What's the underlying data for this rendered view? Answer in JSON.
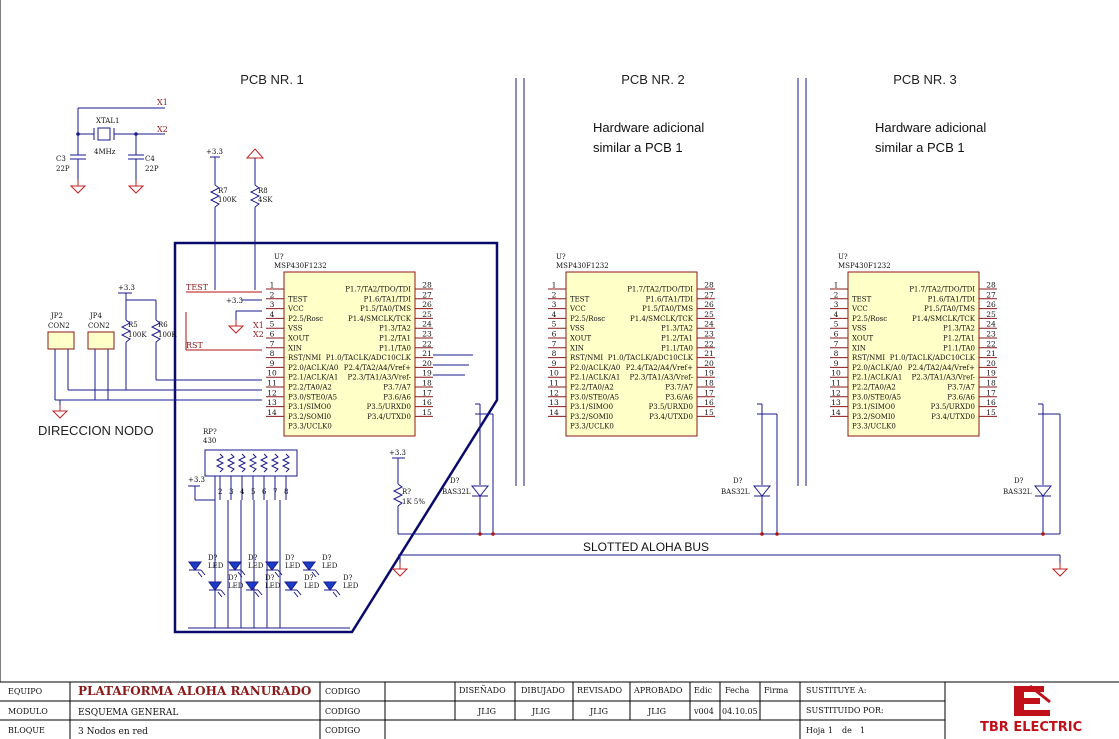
{
  "pcbs": [
    {
      "title": "PCB NR. 1"
    },
    {
      "title": "PCB NR. 2",
      "note_line1": "Hardware adicional",
      "note_line2": "similar a PCB 1"
    },
    {
      "title": "PCB NR. 3",
      "note_line1": "Hardware adicional",
      "note_line2": "similar a PCB 1"
    }
  ],
  "chip": {
    "ref": "U?",
    "part": "MSP430F1232",
    "left_pins": [
      {
        "num": "1",
        "name": ""
      },
      {
        "num": "2",
        "name": "TEST"
      },
      {
        "num": "3",
        "name": "VCC"
      },
      {
        "num": "4",
        "name": "P2.5/Rosc"
      },
      {
        "num": "5",
        "name": "VSS"
      },
      {
        "num": "6",
        "name": "XOUT"
      },
      {
        "num": "7",
        "name": "XIN"
      },
      {
        "num": "8",
        "name": "RST/NMI"
      },
      {
        "num": "9",
        "name": "P2.0/ACLK/A0"
      },
      {
        "num": "10",
        "name": "P2.1/ACLK/A1"
      },
      {
        "num": "11",
        "name": "P2.2/TA0/A2"
      },
      {
        "num": "12",
        "name": "P3.0/STE0/A5"
      },
      {
        "num": "13",
        "name": "P3.1/SIMO0"
      },
      {
        "num": "14",
        "name": "P3.2/SOMI0"
      }
    ],
    "right_pins": [
      {
        "num": "28",
        "name": "P1.7/TA2/TDO/TDI"
      },
      {
        "num": "27",
        "name": "P1.6/TA1/TDI"
      },
      {
        "num": "26",
        "name": "P1.5/TA0/TMS"
      },
      {
        "num": "25",
        "name": "P1.4/SMCLK/TCK"
      },
      {
        "num": "24",
        "name": "P1.3/TA2"
      },
      {
        "num": "23",
        "name": "P1.2/TA1"
      },
      {
        "num": "22",
        "name": "P1.1/TA0"
      },
      {
        "num": "21",
        "name": "P1.0/TACLK/ADC10CLK"
      },
      {
        "num": "20",
        "name": "P2.4/TA2/A4/Vref+"
      },
      {
        "num": "19",
        "name": "P2.3/TA1/A3/Vref-"
      },
      {
        "num": "18",
        "name": "P3.7/A7"
      },
      {
        "num": "17",
        "name": "P3.6/A6"
      },
      {
        "num": "16",
        "name": "P3.5/URXD0"
      },
      {
        "num": "15",
        "name": "P3.4/UTXD0"
      }
    ],
    "bottom_left_pin": "P3.3/UCLK0"
  },
  "crystal": {
    "ref": "XTAL1",
    "value": "4MHz",
    "net1": "X1",
    "net2": "X2"
  },
  "caps": [
    {
      "ref": "C3",
      "value": "22P"
    },
    {
      "ref": "C4",
      "value": "22P"
    }
  ],
  "resistors": [
    {
      "ref": "R7",
      "value": "100K"
    },
    {
      "ref": "R8",
      "value": "4SK"
    },
    {
      "ref": "R5",
      "value": "100K"
    },
    {
      "ref": "R6",
      "value": "100K"
    },
    {
      "ref": "R?",
      "value": "1K 5%"
    }
  ],
  "rpack": {
    "ref": "RP?",
    "value": "430"
  },
  "jumpers": [
    {
      "ref": "JP2",
      "value": "CON2"
    },
    {
      "ref": "JP4",
      "value": "CON2"
    }
  ],
  "supply": "+3.3",
  "nets": {
    "test": "TEST",
    "rst": "RST",
    "x1": "X1",
    "x2": "X2"
  },
  "diode_ref": "D?",
  "diode_part": "BAS32L",
  "led_ref": "D?",
  "led_label": "LED",
  "labels": {
    "direccion": "DIRECCION NODO",
    "bus": "SLOTTED ALOHA BUS"
  },
  "title_block": {
    "equipo_label": "EQUIPO",
    "equipo": "PLATAFORMA ALOHA RANURADO",
    "modulo_label": "MODULO",
    "modulo": "ESQUEMA GENERAL",
    "bloque_label": "BLOQUE",
    "bloque": "3 Nodos en red",
    "codigo_label": "CODIGO",
    "disenado_label": "DISEÑADO",
    "dibujado_label": "DIBUJADO",
    "revisado_label": "REVISADO",
    "aprobado_label": "APROBADO",
    "edic_label": "Edic",
    "fecha_label": "Fecha",
    "firma_label": "Firma",
    "disenado": "JLIG",
    "dibujado": "JLIG",
    "revisado": "JLIG",
    "aprobado": "JLIG",
    "edic": "v004",
    "fecha": "04.10.05",
    "sustituye": "SUSTITUYE A:",
    "sustituido": "SUSTITUIDO POR:",
    "hoja_label": "Hoja",
    "hoja": "1",
    "de_label": "de",
    "total": "1",
    "company": "TBR ELECTRIC"
  }
}
